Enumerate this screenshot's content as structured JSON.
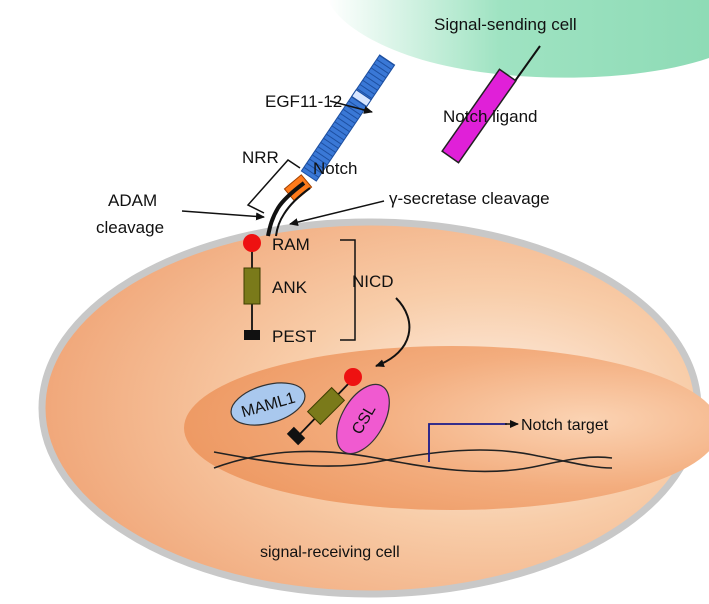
{
  "labels": {
    "signal_sending_cell": "Signal-sending cell",
    "egf": "EGF11-12",
    "notch_ligand": "Notch ligand",
    "nrr": "NRR",
    "notch": "Notch",
    "adam_line1": "ADAM",
    "adam_line2": "cleavage",
    "gamma_secretase": "γ-secretase cleavage",
    "ram": "RAM",
    "ank": "ANK",
    "pest": "PEST",
    "nicd": "NICD",
    "maml1": "MAML1",
    "csl": "CSL",
    "notch_target": "Notch target",
    "signal_receiving_cell": "signal-receiving cell"
  },
  "colors": {
    "sending_cell": "#9fe3c2",
    "receiving_cell_inner": "#fdf0e6",
    "receiving_cell_outer": "#f1a878",
    "membrane": "#c8c8c8",
    "nucleus": "#f0a06e",
    "egf_repeats": "#3a78d6",
    "ligand": "#e020d8",
    "nrr_domain": "#ff7a1a",
    "ram": "#ee1111",
    "ank": "#7a7a1a",
    "pest": "#111111",
    "maml1": "#a9c8ee",
    "csl": "#f05ad0",
    "promoter_line": "#1a1a8a"
  }
}
